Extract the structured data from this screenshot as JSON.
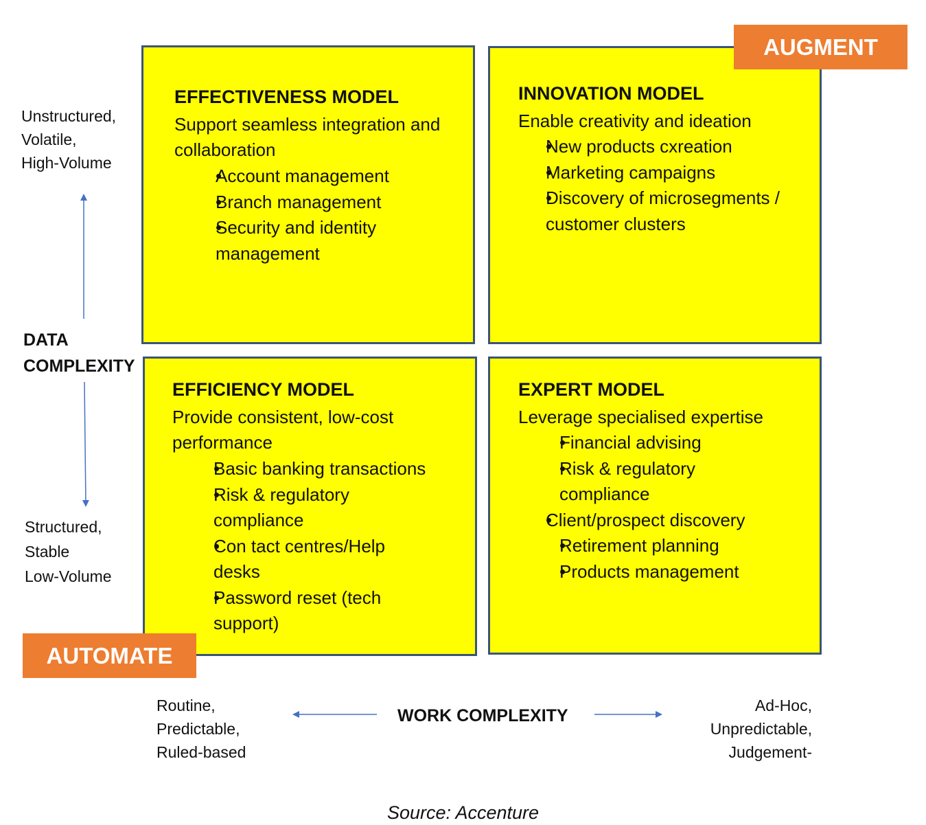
{
  "tags": {
    "augment": "AUGMENT",
    "automate": "AUTOMATE"
  },
  "quadrants": {
    "effectiveness": {
      "title": "EFFECTIVENESS MODEL",
      "subtitle": "Support seamless integration and collaboration",
      "items": [
        "Account management",
        "Branch management",
        "Security and identity management"
      ]
    },
    "innovation": {
      "title": "INNOVATION MODEL",
      "subtitle": "Enable creativity and ideation",
      "items": [
        "New products cxreation",
        "Marketing campaigns",
        "Discovery of microsegments / customer clusters"
      ]
    },
    "efficiency": {
      "title": "EFFICIENCY MODEL",
      "subtitle": "Provide consistent, low-cost performance",
      "items": [
        "Basic banking transactions",
        "Risk & regulatory compliance",
        "Con tact centres/Help desks",
        "Password reset (tech support)"
      ]
    },
    "expert": {
      "title": "EXPERT MODEL",
      "subtitle": "Leverage specialised expertise",
      "items": [
        "Financial advising",
        "Risk & regulatory compliance",
        "Client/prospect discovery",
        "Retirement planning",
        "Products management"
      ]
    }
  },
  "y_axis": {
    "label_line1": "DATA",
    "label_line2": "COMPLEXITY",
    "top": [
      "Unstructured,",
      "Volatile,",
      "High-Volume"
    ],
    "bottom": [
      "Structured,",
      "Stable",
      "Low-Volume"
    ]
  },
  "x_axis": {
    "label": "WORK COMPLEXITY",
    "left": [
      "Routine,",
      "Predictable,",
      "Ruled-based"
    ],
    "right": [
      "Ad-Hoc,",
      "Unpredictable,",
      "Judgement-"
    ]
  },
  "source": "Source: Accenture",
  "colors": {
    "quadrant_fill": "#ffff00",
    "quadrant_border": "#3b5478",
    "tag": "#ed7d31",
    "arrow": "#4472c4"
  }
}
